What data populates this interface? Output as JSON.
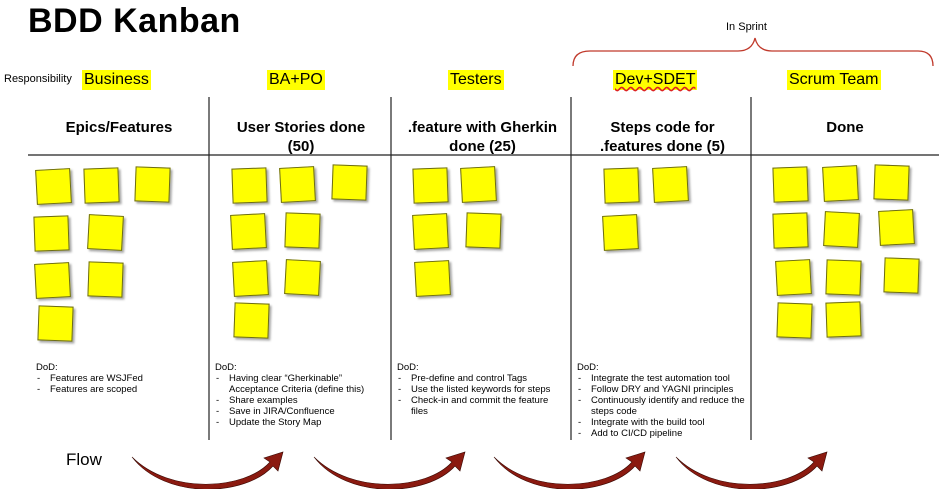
{
  "title": "BDD Kanban",
  "in_sprint_label": "In Sprint",
  "responsibility_label": "Responsibility",
  "flow_label": "Flow",
  "colors": {
    "sticky": "#ffff00",
    "arrow": "#8b1a10",
    "bracket": "#c0392b"
  },
  "columns": [
    {
      "responsibility": "Business",
      "heading": "Epics/Features",
      "dod_title": "DoD:",
      "dod": [
        "Features are WSJFed",
        "Features are scoped"
      ]
    },
    {
      "responsibility": "BA+PO",
      "heading": "User Stories done (50)",
      "dod_title": "DoD:",
      "dod": [
        "Having clear “Gherkinable” Acceptance Criteria (define this)",
        "Share examples",
        "Save in JIRA/Confluence",
        "Update the Story Map"
      ]
    },
    {
      "responsibility": "Testers",
      "heading": ".feature with Gherkin done (25)",
      "dod_title": "DoD:",
      "dod": [
        "Pre-define and control Tags",
        "Use the listed keywords for steps",
        "Check-in and commit the feature files"
      ]
    },
    {
      "responsibility": "Dev+SDET",
      "heading": "Steps code for .features done (5)",
      "dod_title": "DoD:",
      "dod": [
        "Integrate the test automation tool",
        "Follow DRY and YAGNI principles",
        "Continuously identify and reduce the steps code",
        "Integrate with the build tool",
        "Add to CI/CD pipeline"
      ]
    },
    {
      "responsibility": "Scrum Team",
      "heading": "Done"
    }
  ]
}
